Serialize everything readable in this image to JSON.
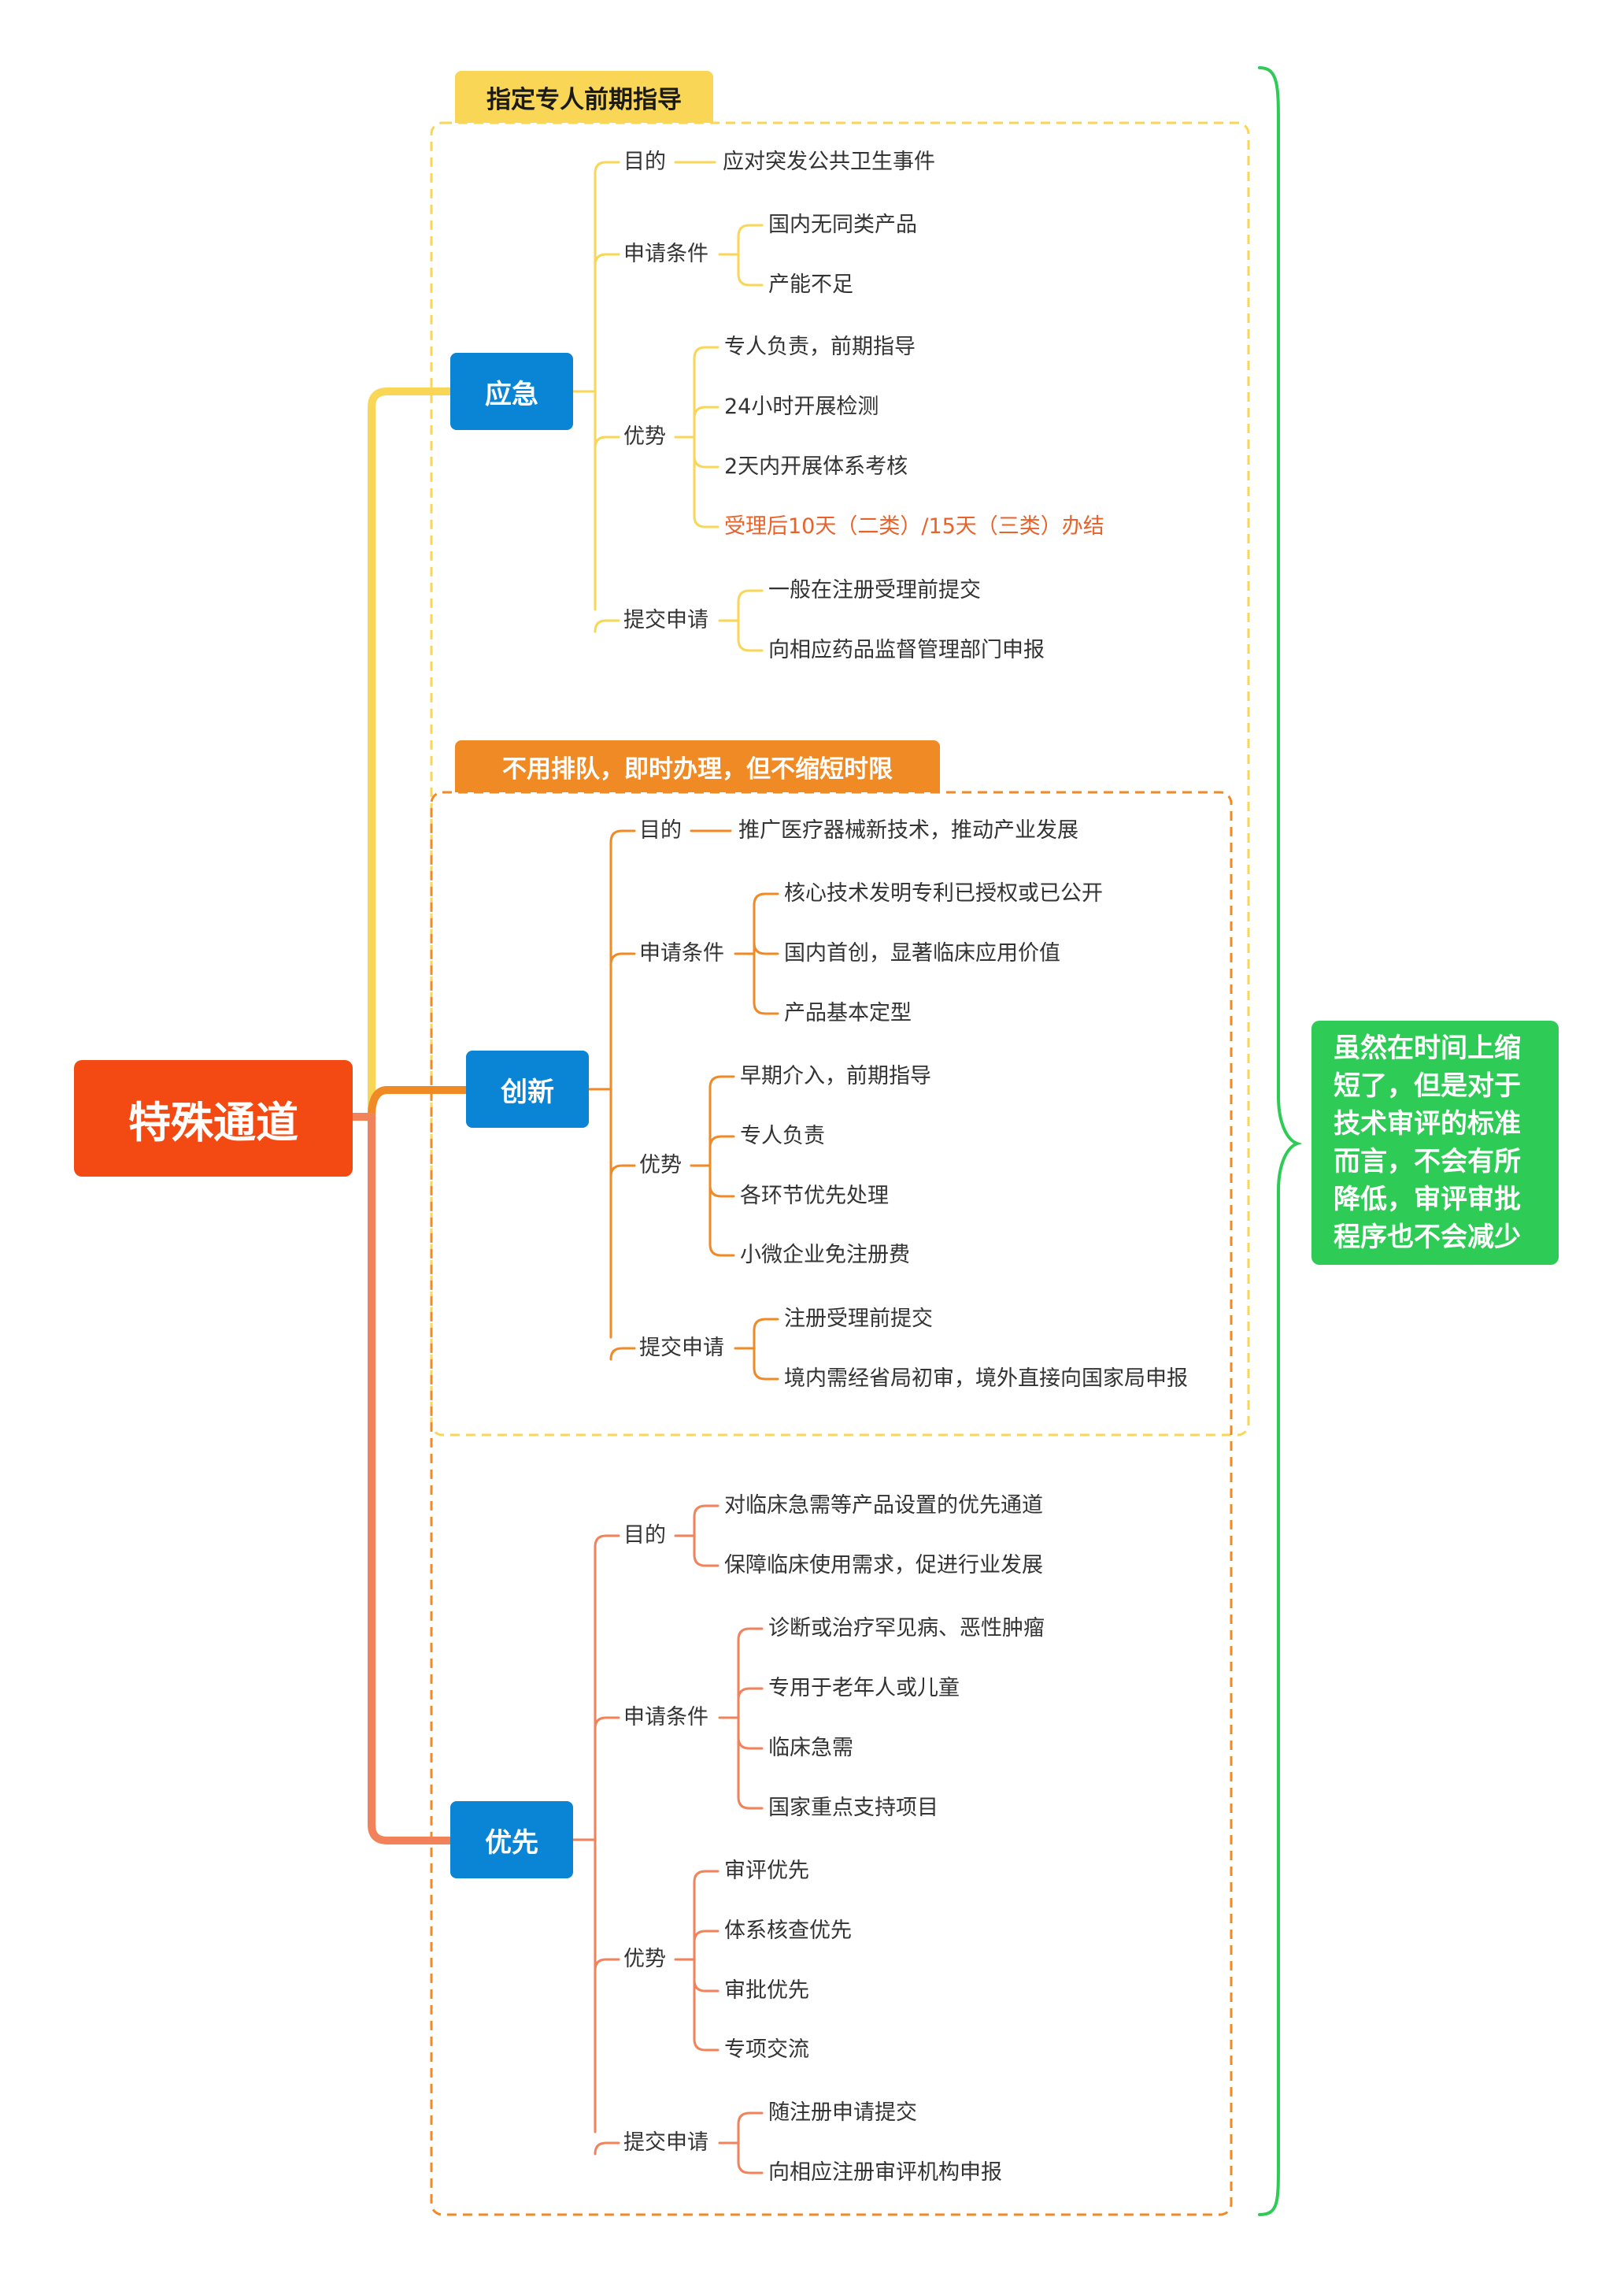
{
  "colors": {
    "root": "#f24a12",
    "category": "#0a84d4",
    "yellow": "#f9d655",
    "orange": "#f08a24",
    "coral": "#f2825a",
    "green": "#2ecc56",
    "highlight_text": "#e8622a"
  },
  "root": {
    "label": "特殊通道"
  },
  "tags": {
    "emergency": "指定专人前期指导",
    "innovation": "不用排队，即时办理，但不缩短时限"
  },
  "note": "虽然在时间上缩\n短了，但是对于\n技术审评的标准\n而言，不会有所\n降低，审评审批\n程序也不会减少",
  "branches": [
    {
      "label": "应急",
      "groups": [
        {
          "label": "目的",
          "items": [
            "应对突发公共卫生事件"
          ]
        },
        {
          "label": "申请条件",
          "items": [
            "国内无同类产品",
            "产能不足"
          ]
        },
        {
          "label": "优势",
          "items": [
            "专人负责，前期指导",
            "24小时开展检测",
            "2天内开展体系考核",
            "受理后10天（二类）/15天（三类）办结"
          ]
        },
        {
          "label": "提交申请",
          "items": [
            "一般在注册受理前提交",
            "向相应药品监督管理部门申报"
          ]
        }
      ]
    },
    {
      "label": "创新",
      "groups": [
        {
          "label": "目的",
          "items": [
            "推广医疗器械新技术，推动产业发展"
          ]
        },
        {
          "label": "申请条件",
          "items": [
            "核心技术发明专利已授权或已公开",
            "国内首创，显著临床应用价值",
            "产品基本定型"
          ]
        },
        {
          "label": "优势",
          "items": [
            "早期介入，前期指导",
            "专人负责",
            "各环节优先处理",
            "小微企业免注册费"
          ]
        },
        {
          "label": "提交申请",
          "items": [
            "注册受理前提交",
            "境内需经省局初审，境外直接向国家局申报"
          ]
        }
      ]
    },
    {
      "label": "优先",
      "groups": [
        {
          "label": "目的",
          "items": [
            "对临床急需等产品设置的优先通道",
            "保障临床使用需求，促进行业发展"
          ]
        },
        {
          "label": "申请条件",
          "items": [
            "诊断或治疗罕见病、恶性肿瘤",
            "专用于老年人或儿童",
            "临床急需",
            "国家重点支持项目"
          ]
        },
        {
          "label": "优势",
          "items": [
            "审评优先",
            "体系核查优先",
            "审批优先",
            "专项交流"
          ]
        },
        {
          "label": "提交申请",
          "items": [
            "随注册申请提交",
            "向相应注册审评机构申报"
          ]
        }
      ]
    }
  ]
}
